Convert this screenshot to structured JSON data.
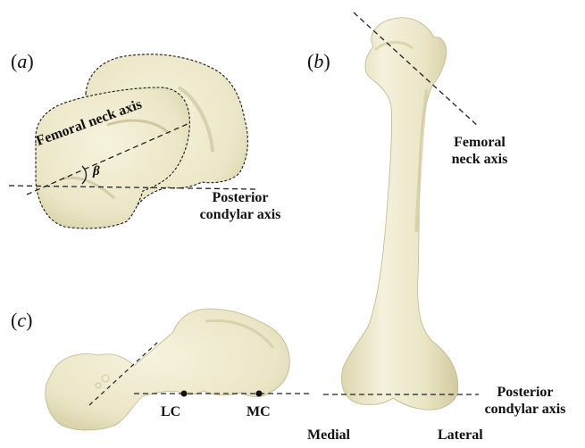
{
  "colors": {
    "bone": "#efebcf",
    "bone_shade": "#dcd6b2",
    "bone_dark": "#c9c29a",
    "outline": "#1a1a1a",
    "axis_line": "#222222",
    "background": "#ffffff"
  },
  "panels": {
    "a": {
      "open": "(",
      "letter": "a",
      "close": ")"
    },
    "b": {
      "open": "(",
      "letter": "b",
      "close": ")"
    },
    "c": {
      "open": "(",
      "letter": "c",
      "close": ")"
    }
  },
  "panel_a": {
    "neck_axis_label": "Femoral neck axis",
    "angle_symbol": "β",
    "condylar_label_line1": "Posterior",
    "condylar_label_line2": "condylar axis"
  },
  "panel_b": {
    "neck_axis_line1": "Femoral",
    "neck_axis_line2": "neck axis",
    "condylar_line1": "Posterior",
    "condylar_line2": "condylar axis",
    "medial": "Medial",
    "lateral": "Lateral"
  },
  "panel_c": {
    "lc": "LC",
    "mc": "MC"
  }
}
